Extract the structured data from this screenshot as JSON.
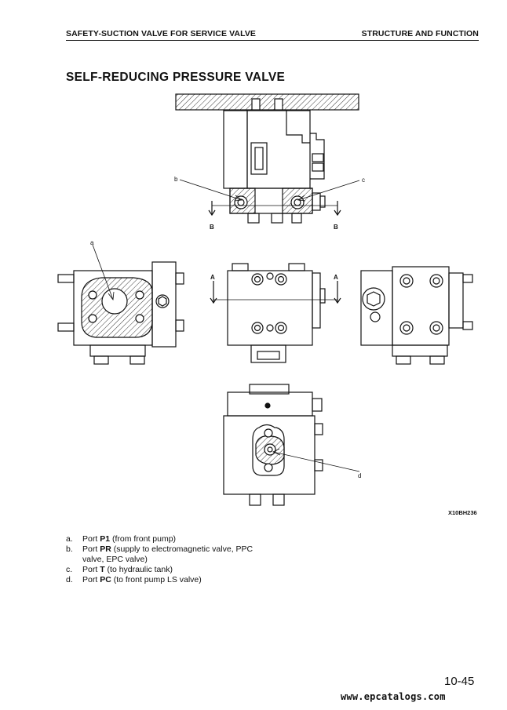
{
  "header": {
    "left": "SAFETY-SUCTION VALVE FOR SERVICE VALVE",
    "right": "STRUCTURE AND FUNCTION"
  },
  "title": "SELF-REDUCING PRESSURE VALVE",
  "figure": {
    "code": "X10BH236",
    "labels": {
      "a": "a",
      "b": "b",
      "c": "c",
      "d": "d",
      "A": "A",
      "B": "B"
    }
  },
  "captions": [
    {
      "key": "a.",
      "pre": "Port ",
      "bold": "P1",
      "post": " (from front pump)"
    },
    {
      "key": "b.",
      "pre": "Port ",
      "bold": "PR",
      "post": " (supply to electromagnetic valve, PPC"
    },
    {
      "key": "",
      "pre": "valve, EPC valve)",
      "bold": "",
      "post": ""
    },
    {
      "key": "c.",
      "pre": "Port ",
      "bold": "T",
      "post": " (to hydraulic tank)"
    },
    {
      "key": "d.",
      "pre": "Port ",
      "bold": "PC",
      "post": " (to front pump LS valve)"
    }
  ],
  "page_number": "10-45",
  "watermark": "www.epcatalogs.com"
}
